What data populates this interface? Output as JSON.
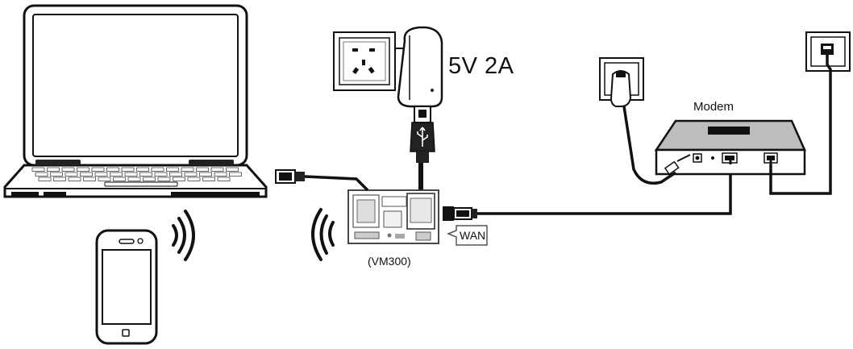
{
  "labels": {
    "power": "5V 2A",
    "modem": "Modem",
    "wan": "WAN",
    "board": "(VM300)"
  },
  "nodes": [
    {
      "id": "laptop",
      "kind": "laptop"
    },
    {
      "id": "smartphone",
      "kind": "phone"
    },
    {
      "id": "wall-outlet",
      "kind": "power-socket"
    },
    {
      "id": "power-adapter",
      "kind": "usb-charger"
    },
    {
      "id": "vm300-board",
      "kind": "router-board"
    },
    {
      "id": "modem",
      "kind": "modem"
    },
    {
      "id": "modem-power-outlet",
      "kind": "power-socket"
    },
    {
      "id": "phone-line-jack",
      "kind": "telephone-jack"
    }
  ],
  "links": [
    {
      "from": "laptop",
      "to": "vm300-board",
      "kind": "ethernet"
    },
    {
      "from": "power-adapter",
      "to": "vm300-board",
      "kind": "usb-power"
    },
    {
      "from": "vm300-board",
      "to": "modem",
      "kind": "ethernet-wan"
    },
    {
      "from": "modem-power-outlet",
      "to": "modem",
      "kind": "dc-power"
    },
    {
      "from": "phone-line-jack",
      "to": "modem",
      "kind": "phone-line"
    },
    {
      "from": "smartphone",
      "to": "vm300-board",
      "kind": "wifi"
    }
  ],
  "colors": {
    "line": "#111111",
    "bg": "#ffffff",
    "gray": "#9a9a9a",
    "light": "#e6e6e6"
  }
}
